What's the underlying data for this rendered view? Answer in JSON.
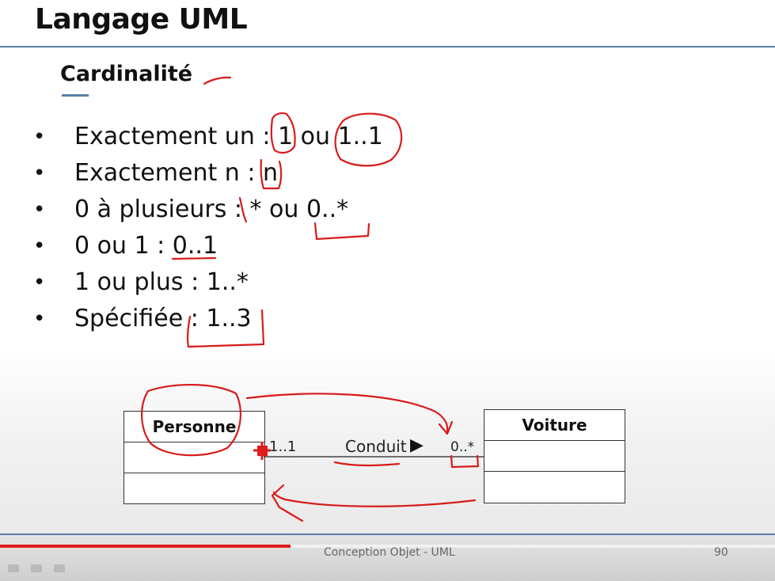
{
  "slide": {
    "title": "Langage UML",
    "subtitle": "Cardinalité",
    "bullets": [
      "Exactement un : 1 ou 1..1",
      "Exactement n : n",
      "0 à plusieurs : * ou 0..*",
      "0 ou 1 : 0..1",
      "1 ou plus : 1..*",
      "Spécifiée : 1..3"
    ],
    "bullet_symbol": "•"
  },
  "diagram": {
    "left_class": "Personne",
    "right_class": "Voiture",
    "association": "Conduit",
    "direction_arrow": "▶",
    "left_multiplicity": "1..1",
    "right_multiplicity": "0..*"
  },
  "footer": {
    "text": "Conception Objet - UML",
    "page": "90"
  },
  "player": {
    "progress": 0.375,
    "progress_color": "#e01b1b"
  },
  "colors": {
    "accent": "#5a7fa8",
    "annotation_ink": "#d81b1b"
  }
}
